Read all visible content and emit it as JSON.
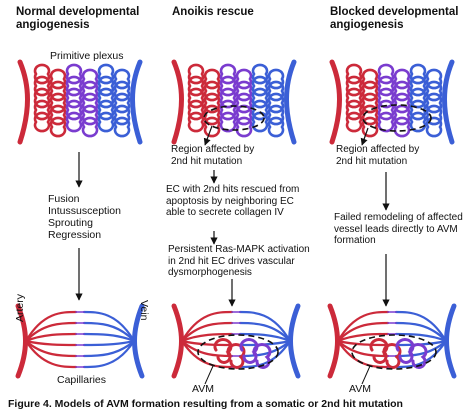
{
  "columns": [
    {
      "title_line1": "Normal developmental",
      "title_line2": "angiogenesis",
      "plexus_label": "Primitive plexus",
      "steps": [
        "Fusion",
        "Intussusception",
        "Sprouting",
        "Regression"
      ],
      "artery_label": "Artery",
      "vein_label": "Vein",
      "capillaries_label": "Capillaries"
    },
    {
      "title": "Anoikis rescue",
      "notes": [
        "Region affected by 2nd hit mutation",
        "EC with 2nd hits rescued from apoptosis by neighboring EC able to secrete collagen IV",
        "Persistent Ras-MAPK activation in 2nd hit EC drives vascular dysmorphogenesis"
      ],
      "avm_label": "AVM"
    },
    {
      "title_line1": "Blocked developmental",
      "title_line2": "angiogenesis",
      "notes": [
        "Region affected by 2nd hit mutation",
        "Failed remodeling of affected vessel leads directly to AVM formation"
      ],
      "avm_label": "AVM"
    }
  ],
  "caption": "Figure 4. Models of AVM formation resulting from a somatic or 2nd hit mutation",
  "colors": {
    "artery": "#cc2a3a",
    "vein": "#3b5fd6",
    "mix": "#7a3ccf",
    "dashed": "#111111"
  }
}
